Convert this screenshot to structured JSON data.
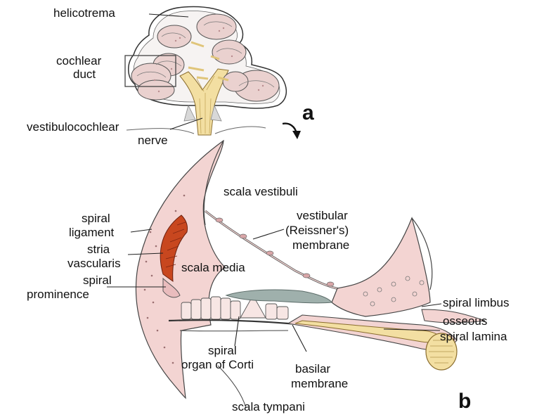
{
  "figure": {
    "panel_a": {
      "letter": "a",
      "labels": {
        "helicotrema": "helicotrema",
        "cochlear_duct_1": "cochlear",
        "cochlear_duct_2": "duct",
        "nerve_1": "vestibulocochlear",
        "nerve_2": "nerve"
      }
    },
    "panel_b": {
      "letter": "b",
      "labels": {
        "scala_vestibuli": "scala vestibuli",
        "vestibular_membrane_1": "vestibular",
        "vestibular_membrane_2": "(Reissner's)",
        "vestibular_membrane_3": "membrane",
        "spiral_ligament_1": "spiral",
        "spiral_ligament_2": "ligament",
        "stria_vascularis_1": "stria",
        "stria_vascularis_2": "vascularis",
        "spiral_prominence_1": "spiral",
        "spiral_prominence_2": "prominence",
        "scala_media": "scala media",
        "spiral_limbus": "spiral limbus",
        "osseous_spiral_lamina_1": "osseous",
        "osseous_spiral_lamina_2": "spiral lamina",
        "organ_of_corti_1": "spiral",
        "organ_of_corti_2": "organ of Corti",
        "basilar_membrane_1": "basilar",
        "basilar_membrane_2": "membrane",
        "scala_tympani": "scala tympani"
      }
    },
    "colors": {
      "tissue_pink": "#f3d4d2",
      "tissue_dark_pink": "#d9a6a8",
      "stria_red": "#c8471f",
      "nerve_yellow": "#f3dfa2",
      "tectorial_gray": "#9fb0ac",
      "outline": "#333333"
    }
  }
}
